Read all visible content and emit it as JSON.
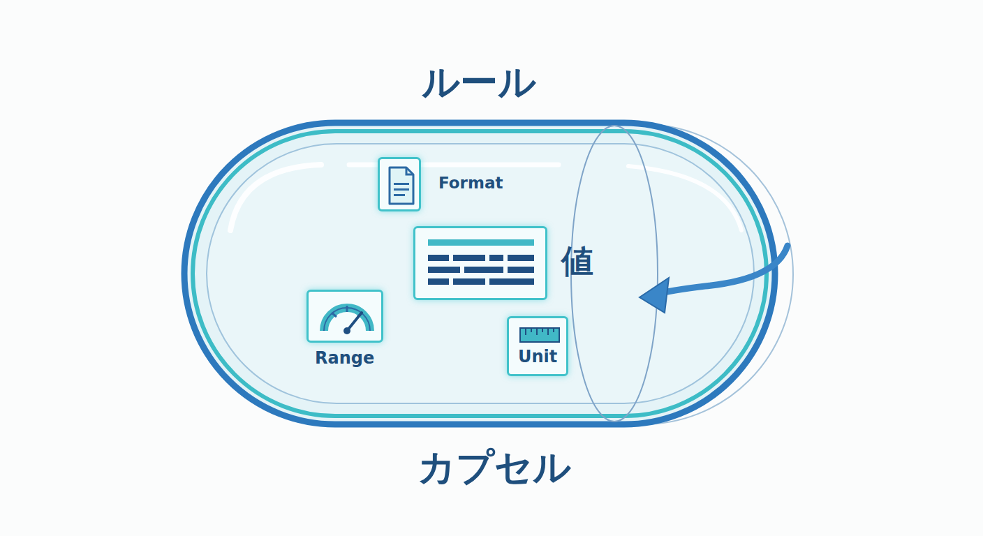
{
  "diagram": {
    "title": "ルール",
    "caption": "カプセル",
    "nodes": [
      {
        "text": [
          "Format"
        ]
      },
      {
        "text": [
          "値"
        ]
      },
      {
        "text": [
          "Range"
        ]
      },
      {
        "text": [
          "Unit"
        ]
      }
    ]
  }
}
